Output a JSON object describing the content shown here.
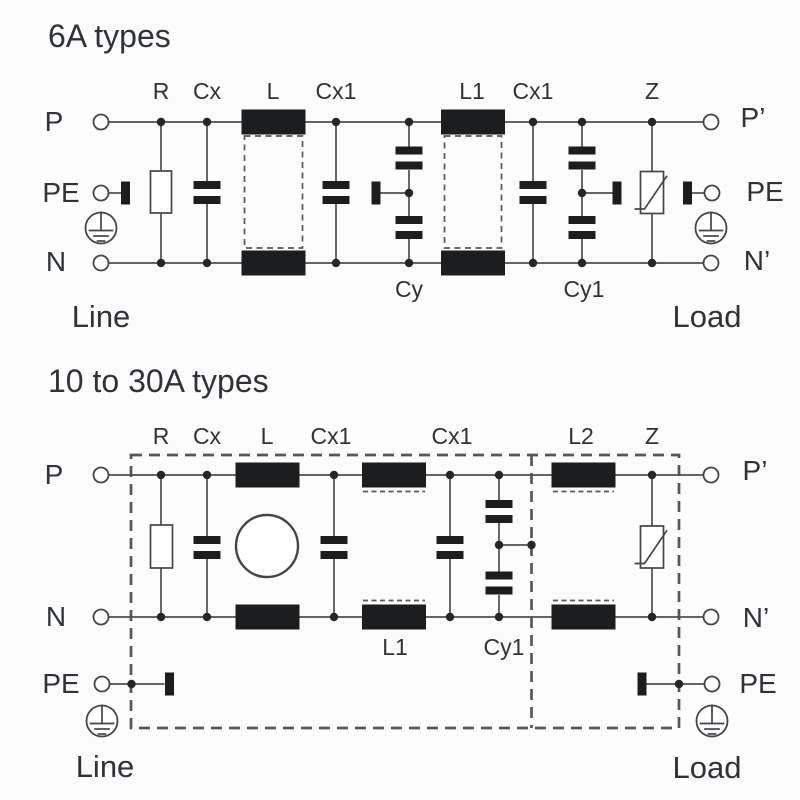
{
  "colors": {
    "background": "#fcfcfc",
    "wire": "#4c4e50",
    "component_fill": "#1c1d1e",
    "text": "#2f3338",
    "dashed_line": "#55575a"
  },
  "diagram1": {
    "title": "6A types",
    "component_labels": {
      "r": "R",
      "cx": "Cx",
      "l": "L",
      "cx1_first": "Cx1",
      "l1": "L1",
      "cx1_second": "Cx1",
      "z": "Z",
      "cy": "Cy",
      "cy1": "Cy1"
    },
    "terminals": {
      "p_in": "P",
      "pe_in": "PE",
      "n_in": "N",
      "p_out": "P’",
      "pe_out": "PE",
      "n_out": "N’"
    },
    "captions": {
      "input_side": "Line",
      "output_side": "Load"
    }
  },
  "diagram2": {
    "title": "10 to 30A types",
    "component_labels": {
      "r": "R",
      "cx": "Cx",
      "l": "L",
      "cx1_first": "Cx1",
      "cx1_second": "Cx1",
      "l1": "L1",
      "l2": "L2",
      "z": "Z",
      "cy1": "Cy1"
    },
    "terminals": {
      "p_in": "P",
      "n_in": "N",
      "pe_in": "PE",
      "p_out": "P’",
      "n_out": "N’",
      "pe_out": "PE"
    },
    "captions": {
      "input_side": "Line",
      "output_side": "Load"
    }
  }
}
